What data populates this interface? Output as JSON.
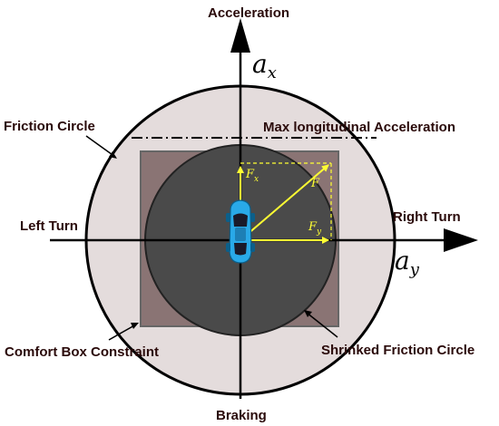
{
  "labels": {
    "acceleration": "Acceleration",
    "braking": "Braking",
    "left_turn": "Left Turn",
    "right_turn": "Right Turn",
    "friction_circle": "Friction Circle",
    "max_long_accel": "Max longitudinal Acceleration",
    "comfort_box": "Comfort Box Constraint",
    "shrinked_circle": "Shrinked Friction Circle"
  },
  "axes": {
    "x_axis_symbol": "a",
    "x_axis_sub": "x",
    "y_axis_symbol": "a",
    "y_axis_sub": "y"
  },
  "vectors": {
    "fx_symbol": "F",
    "fx_sub": "x",
    "fy_symbol": "F",
    "fy_sub": "y",
    "f_symbol": "F"
  },
  "colors": {
    "outer_circle": "#e4dcdc",
    "comfort_box": "#8a7474",
    "inner_circle": "#4a4a4a",
    "vector": "#ffff33",
    "car_body": "#29a9e8",
    "label": "#2a0a0a"
  }
}
